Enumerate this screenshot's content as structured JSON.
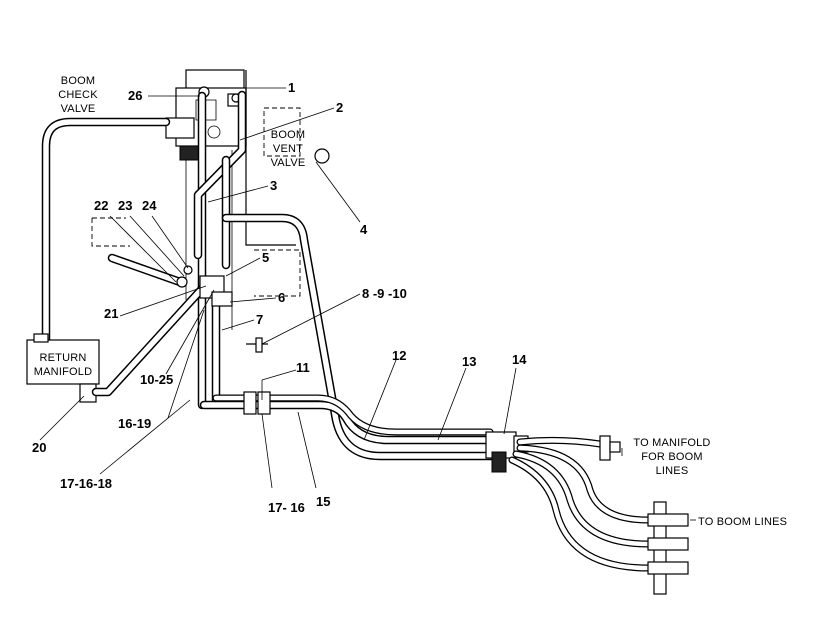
{
  "labels": {
    "boom_check_valve": [
      "BOOM",
      "CHECK",
      "VALVE"
    ],
    "boom_vent_valve": [
      "BOOM",
      "VENT",
      "VALVE"
    ],
    "return_manifold": [
      "RETURN",
      "MANIFOLD"
    ],
    "to_manifold": [
      "TO MANIFOLD",
      "FOR BOOM",
      "LINES"
    ],
    "to_boom_lines": "TO BOOM LINES"
  },
  "callouts": {
    "c1": "1",
    "c2": "2",
    "c3": "3",
    "c4": "4",
    "c5": "5",
    "c6": "6",
    "c7": "7",
    "c8910": "8 -9 -10",
    "c11": "11",
    "c12": "12",
    "c13": "13",
    "c14": "14",
    "c15": "15",
    "c1716": "17- 16",
    "c171618": "17-16-18",
    "c1619": "16-19",
    "c1025": "10-25",
    "c20": "20",
    "c21": "21",
    "c22": "22",
    "c23": "23",
    "c24": "24",
    "c26": "26"
  }
}
